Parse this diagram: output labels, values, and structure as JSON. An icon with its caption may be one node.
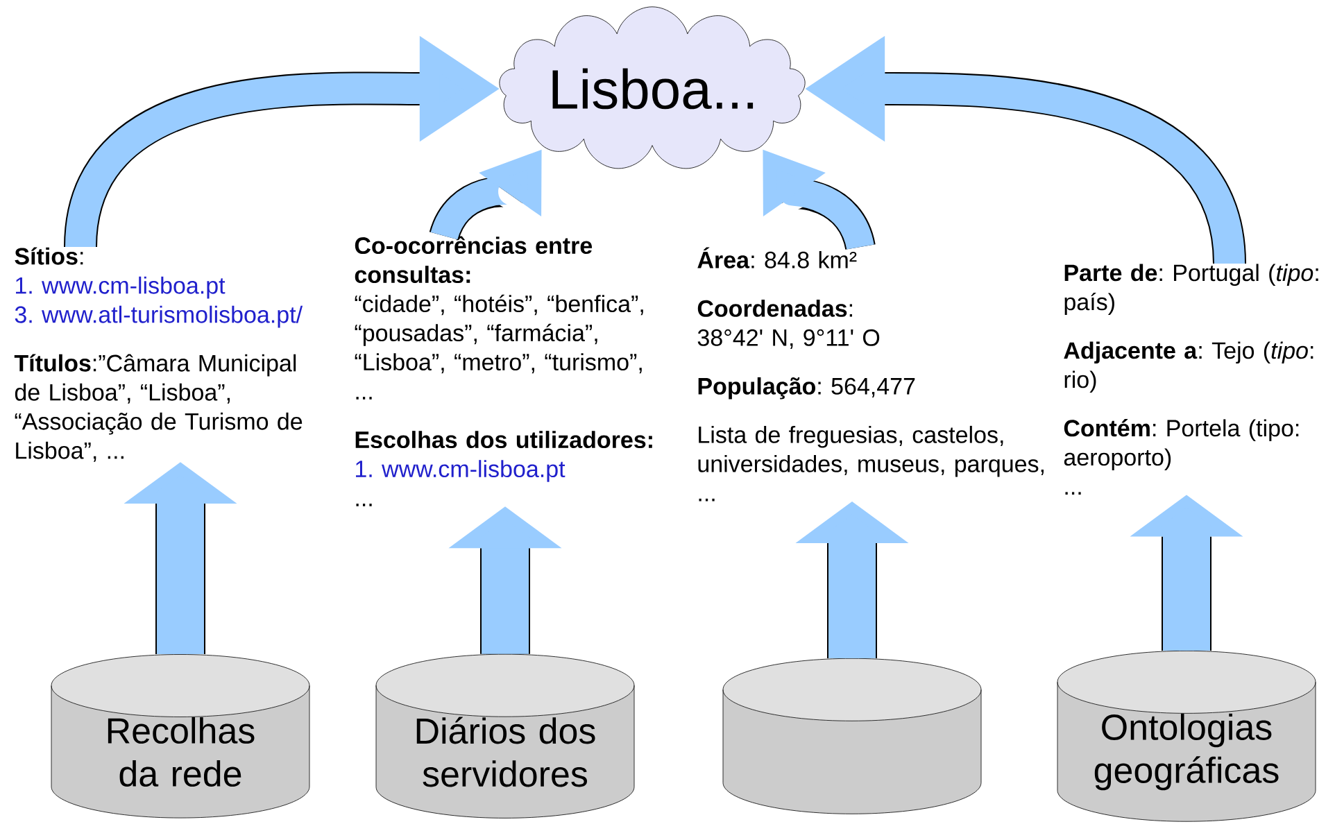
{
  "diagram": {
    "nodes": [
      {
        "text": [
          "Lisboa..."
        ]
      },
      {
        "text": [
          "**Sítios**:",
          "1. www.cm-lisboa.pt",
          "3. www.atl-turismolisboa.pt/",
          "**Títulos**:”Câmara Municipal de Lisboa”, “Lisboa”, “Associação de Turismo de Lisboa”, ..."
        ]
      },
      {
        "text": [
          "Co-ocorrências entre consultas:",
          "“cidade”, “hotéis”, “benfica”, “pousadas”, “farmácia”, “Lisboa”, “metro”, “turismo”, ...",
          "Escolhas dos utilizadores:",
          "1. www.cm-lisboa.pt",
          "..."
        ]
      },
      {
        "text": [
          "**Área**: 84.8 km²",
          "**Coordenadas**:",
          "38°42' N, 9°11' O",
          "**População**: 564,477",
          "Lista de freguesias, castelos, universidades, museus, parques, ..."
        ]
      },
      {
        "text": [
          "**Parte de**: Portugal (*tipo*: país)",
          "**Adjacente a**: Tejo (*tipo*: rio)",
          "**Contém**: Portela (tipo: aeroporto)",
          "..."
        ]
      },
      {
        "text": [
          "Recolhas da rede"
        ]
      },
      {
        "text": [
          "Diários dos servidores"
        ]
      },
      {
        "text": [],
        "shape": "cylinder"
      },
      {
        "text": [
          "Ontologias geográficas"
        ]
      }
    ],
    "edges": [
      {
        "from": 1,
        "to": 0,
        "arrow": "to"
      },
      {
        "from": 2,
        "to": 0,
        "arrow": "to"
      },
      {
        "from": 3,
        "to": 0,
        "arrow": "to"
      },
      {
        "from": 4,
        "to": 0,
        "arrow": "to"
      },
      {
        "from": 5,
        "to": 1,
        "arrow": "to"
      },
      {
        "from": 6,
        "to": 2,
        "arrow": "to"
      },
      {
        "from": 7,
        "to": 3,
        "arrow": "to"
      },
      {
        "from": 8,
        "to": 4,
        "arrow": "to"
      }
    ]
  }
}
